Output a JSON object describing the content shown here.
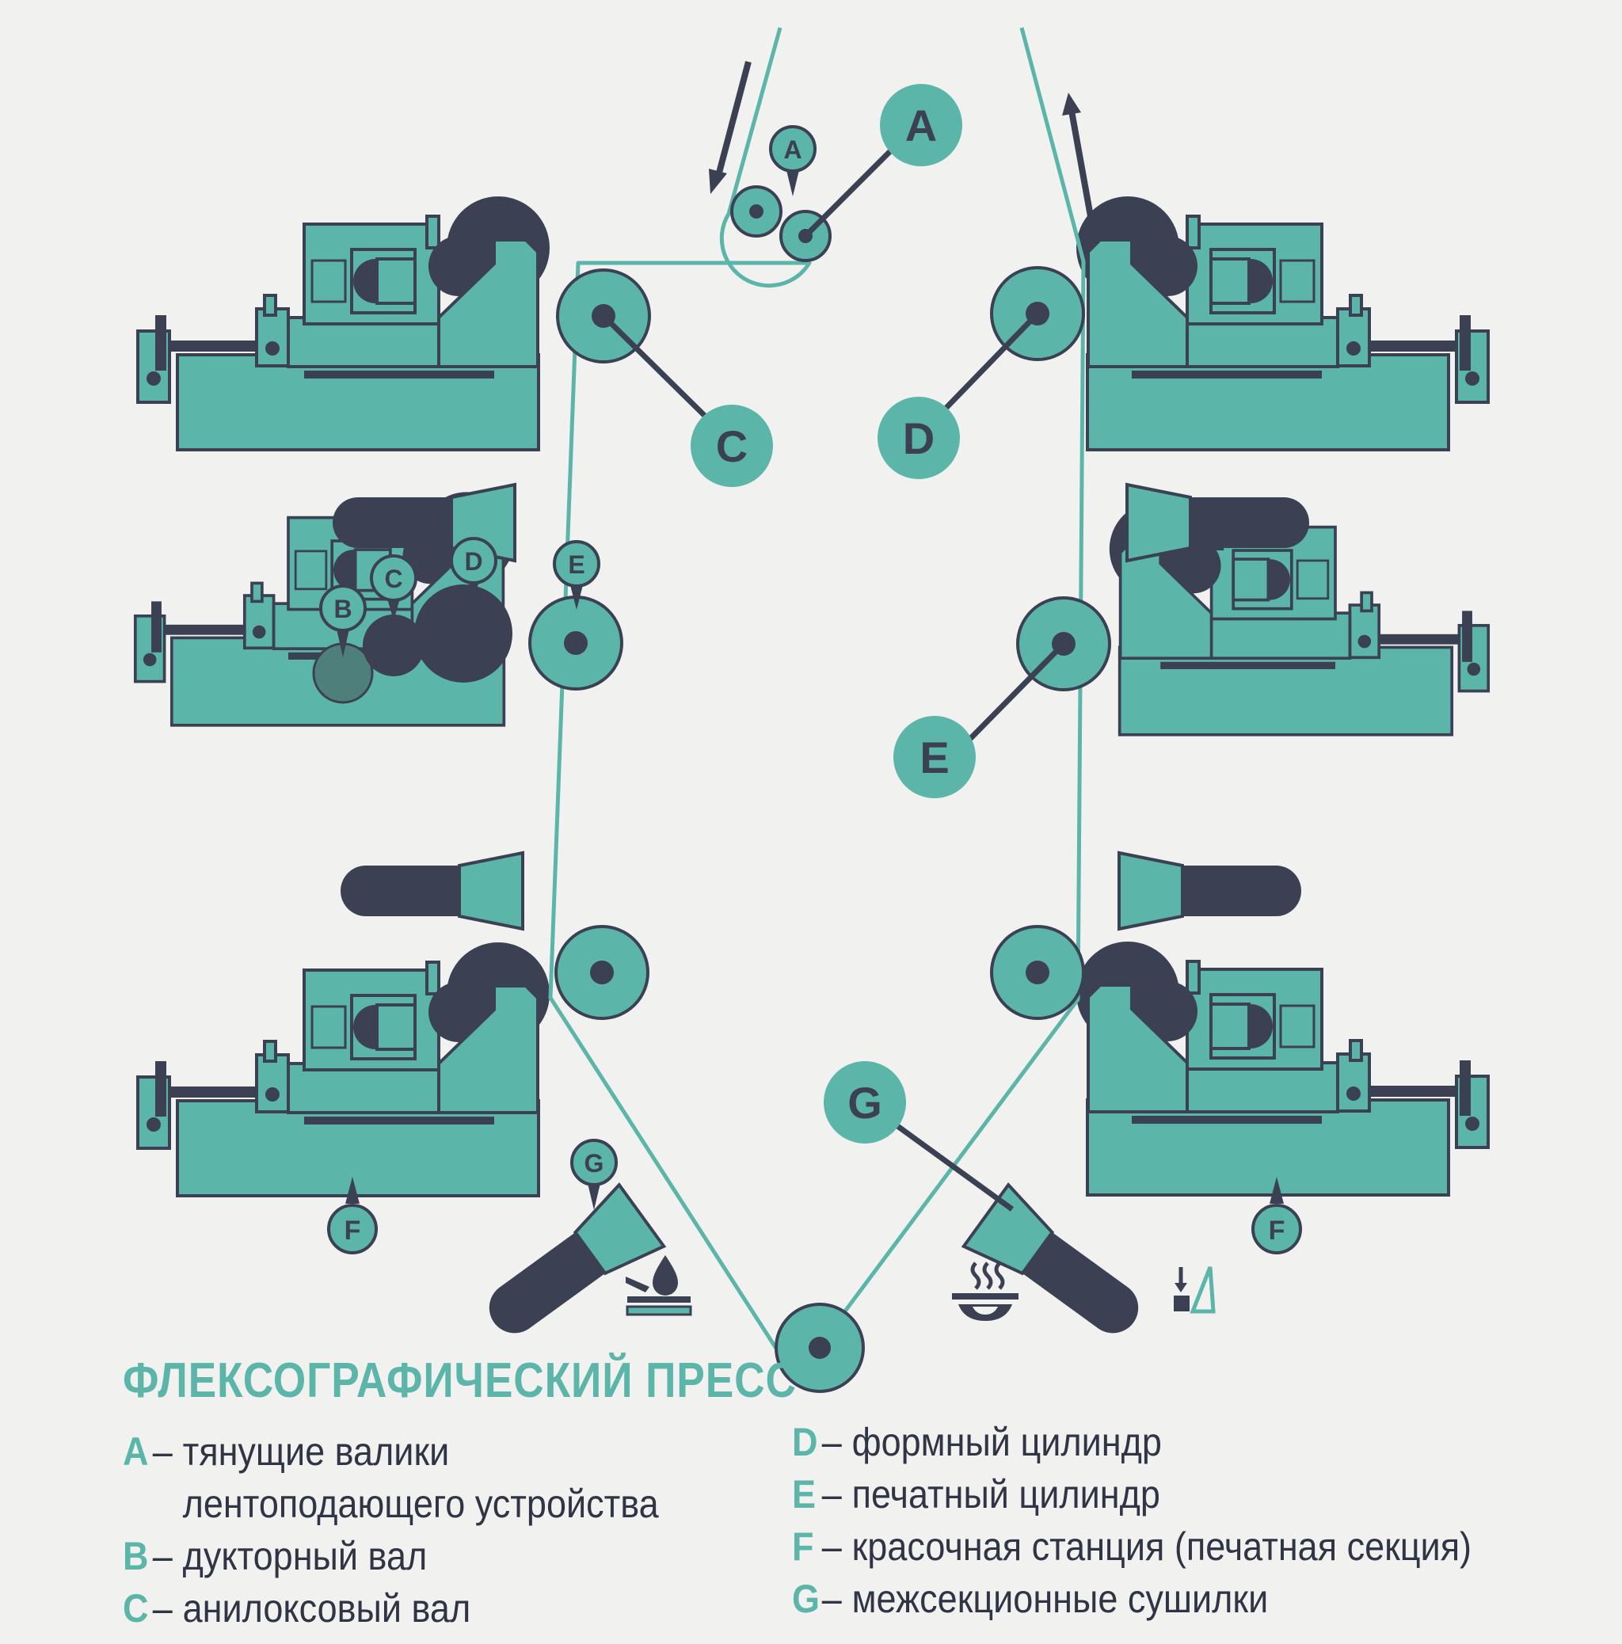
{
  "title": "ФЛЕКСОГРАФИЧЕСКИЙ ПРЕСС",
  "colors": {
    "teal": "#5bb5a9",
    "dark": "#3b4152",
    "background": "#f1f1ef"
  },
  "labels": {
    "A": "A",
    "B": "B",
    "C": "C",
    "D": "D",
    "E": "E",
    "F": "F",
    "G": "G"
  },
  "legend": {
    "dash": "–",
    "left": [
      {
        "key": "A",
        "text": "тянущие валики",
        "continuation": "лентоподающего устройства"
      },
      {
        "key": "B",
        "text": "дукторный вал"
      },
      {
        "key": "C",
        "text": "анилоксовый вал"
      }
    ],
    "right": [
      {
        "key": "D",
        "text": "формный цилиндр"
      },
      {
        "key": "E",
        "text": "печатный цилиндр"
      },
      {
        "key": "F",
        "text": "красочная станция (печатная секция)"
      },
      {
        "key": "G",
        "text": "межсекционные сушилки"
      }
    ]
  },
  "icons": [
    "ink-drop-icon",
    "heat-dryer-icon",
    "pressure-weight-icon"
  ],
  "arrows": [
    "web-in-arrow",
    "web-out-arrow"
  ]
}
